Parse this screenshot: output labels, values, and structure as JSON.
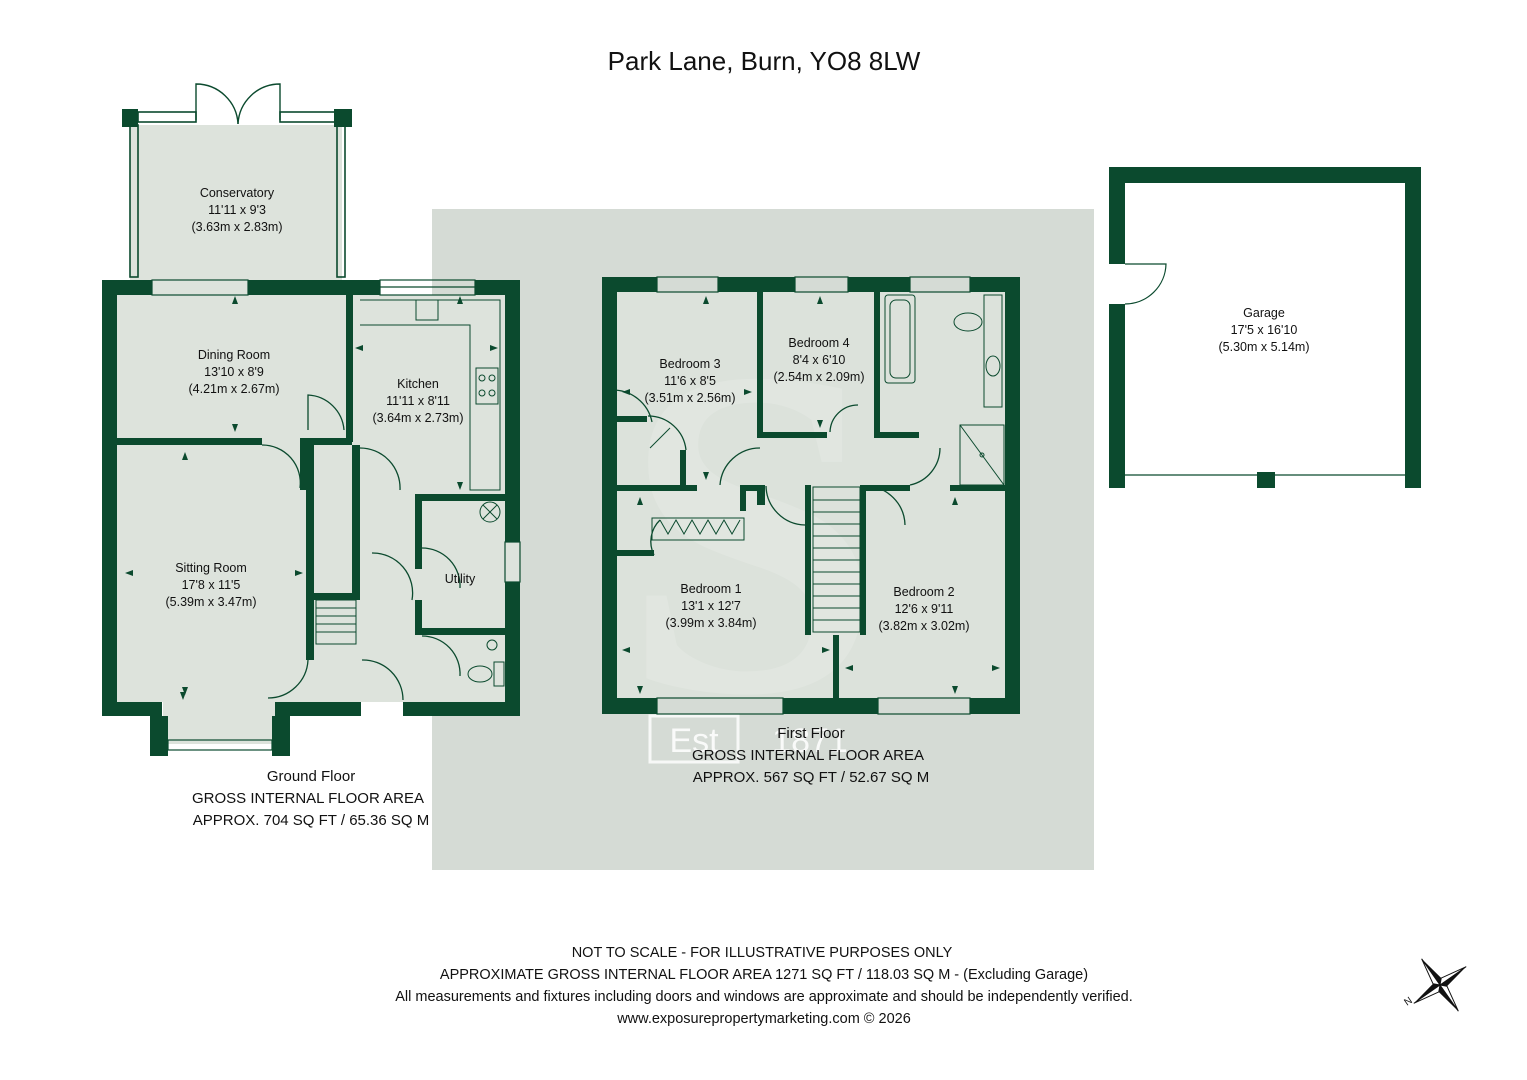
{
  "title": "Park Lane, Burn, YO8 8LW",
  "rooms": {
    "conservatory": {
      "name": "Conservatory",
      "imperial": "11'11 x 9'3",
      "metric": "(3.63m x 2.83m)"
    },
    "dining": {
      "name": "Dining Room",
      "imperial": "13'10 x 8'9",
      "metric": "(4.21m x 2.67m)"
    },
    "kitchen": {
      "name": "Kitchen",
      "imperial": "11'11 x 8'11",
      "metric": "(3.64m x 2.73m)"
    },
    "sitting": {
      "name": "Sitting Room",
      "imperial": "17'8 x 11'5",
      "metric": "(5.39m x 3.47m)"
    },
    "utility": {
      "name": "Utility"
    },
    "bedroom3": {
      "name": "Bedroom 3",
      "imperial": "11'6 x 8'5",
      "metric": "(3.51m x 2.56m)"
    },
    "bedroom4": {
      "name": "Bedroom 4",
      "imperial": "8'4 x 6'10",
      "metric": "(2.54m x 2.09m)"
    },
    "bedroom1": {
      "name": "Bedroom 1",
      "imperial": "13'1 x 12'7",
      "metric": "(3.99m x 3.84m)"
    },
    "bedroom2": {
      "name": "Bedroom 2",
      "imperial": "12'6 x 9'11",
      "metric": "(3.82m x 3.02m)"
    },
    "garage": {
      "name": "Garage",
      "imperial": "17'5 x 16'10",
      "metric": "(5.30m x 5.14m)"
    }
  },
  "floors": {
    "ground": {
      "name": "Ground Floor",
      "line1": "GROSS INTERNAL FLOOR AREA",
      "line2": "APPROX. 704 SQ FT / 65.36 SQ M"
    },
    "first": {
      "name": "First Floor",
      "line1": "GROSS INTERNAL FLOOR AREA",
      "line2": "APPROX. 567 SQ FT / 52.67 SQ M"
    }
  },
  "watermark": {
    "letter": "S",
    "est": "Est",
    "year": "1871"
  },
  "footer": {
    "line1": "NOT TO SCALE - FOR ILLUSTRATIVE PURPOSES ONLY",
    "line2": "APPROXIMATE GROSS INTERNAL FLOOR AREA 1271 SQ FT / 118.03 SQ M - (Excluding Garage)",
    "line3": "All measurements and fixtures including doors and windows are approximate and should be independently verified.",
    "line4": "www.exposurepropertymarketing.com © 2026"
  },
  "compass": {
    "label": "N"
  },
  "colors": {
    "wall": "#0b4a2e",
    "floor": "#dde3dc",
    "watermark_panel": "#d5dbd5"
  }
}
